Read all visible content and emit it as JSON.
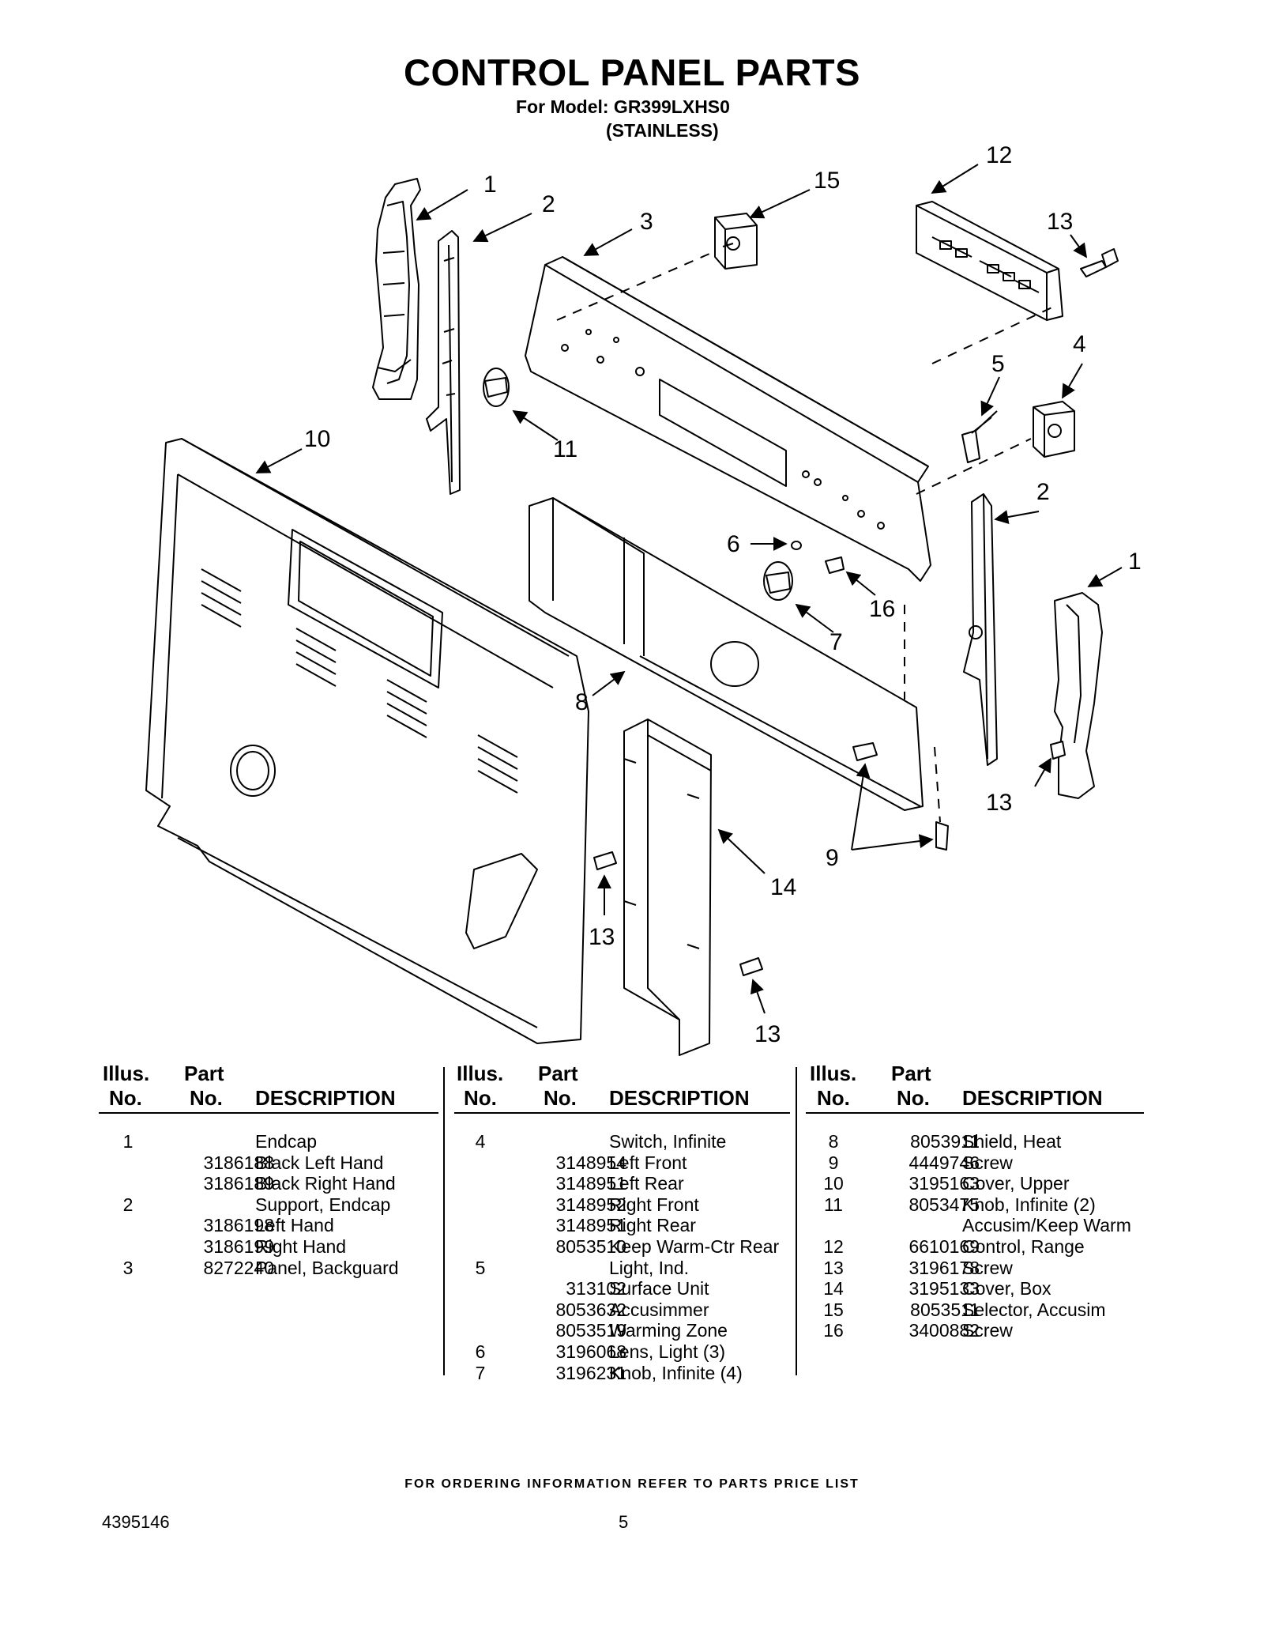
{
  "header": {
    "title": "CONTROL PANEL PARTS",
    "model_line": "For Model: GR399LXHS0",
    "finish_line": "(STAINLESS)"
  },
  "diagram": {
    "callouts": [
      "1",
      "2",
      "3",
      "15",
      "12",
      "13",
      "4",
      "5",
      "10",
      "11",
      "6",
      "2",
      "1",
      "16",
      "7",
      "8",
      "13",
      "9",
      "14",
      "13",
      "13"
    ]
  },
  "table": {
    "headers": {
      "illus": "Illus.",
      "no": "No.",
      "part": "Part",
      "part_no": "No.",
      "description": "DESCRIPTION"
    },
    "columns": [
      [
        {
          "illus": "1",
          "part": "",
          "desc": "Endcap"
        },
        {
          "illus": "",
          "part": "3186188",
          "desc": "Black Left Hand"
        },
        {
          "illus": "",
          "part": "3186189",
          "desc": "Black Right Hand"
        },
        {
          "illus": "2",
          "part": "",
          "desc": "Support, Endcap"
        },
        {
          "illus": "",
          "part": "3186198",
          "desc": "Left Hand"
        },
        {
          "illus": "",
          "part": "3186199",
          "desc": "Right Hand"
        },
        {
          "illus": "3",
          "part": "8272240",
          "desc": "Panel, Backguard"
        }
      ],
      [
        {
          "illus": "4",
          "part": "",
          "desc": "Switch, Infinite"
        },
        {
          "illus": "",
          "part": "3148954",
          "desc": "Left Front"
        },
        {
          "illus": "",
          "part": "3148951",
          "desc": "Left Rear"
        },
        {
          "illus": "",
          "part": "3148952",
          "desc": "Right Front"
        },
        {
          "illus": "",
          "part": "3148951",
          "desc": "Right Rear"
        },
        {
          "illus": "",
          "part": "8053510",
          "desc": "Keep Warm-Ctr Rear"
        },
        {
          "illus": "5",
          "part": "",
          "desc": "Light, Ind."
        },
        {
          "illus": "",
          "part": "313102",
          "desc": "Surface Unit"
        },
        {
          "illus": "",
          "part": "8053632",
          "desc": "Accusimmer"
        },
        {
          "illus": "",
          "part": "8053519",
          "desc": "Warming Zone"
        },
        {
          "illus": "6",
          "part": "3196068",
          "desc": "Lens, Light (3)"
        },
        {
          "illus": "7",
          "part": "3196231",
          "desc": "Knob, Infinite (4)"
        }
      ],
      [
        {
          "illus": "8",
          "part": "8053911",
          "desc": "Shield, Heat"
        },
        {
          "illus": "9",
          "part": "4449746",
          "desc": "Screw"
        },
        {
          "illus": "10",
          "part": "3195163",
          "desc": "Cover, Upper"
        },
        {
          "illus": "11",
          "part": "8053475",
          "desc": "Knob, Infinite (2)"
        },
        {
          "illus": "",
          "part": "",
          "desc": "Accusim/Keep Warm"
        },
        {
          "illus": "12",
          "part": "6610169",
          "desc": "Control, Range"
        },
        {
          "illus": "13",
          "part": "3196178",
          "desc": "Screw"
        },
        {
          "illus": "14",
          "part": "3195133",
          "desc": "Cover, Box"
        },
        {
          "illus": "15",
          "part": "8053511",
          "desc": "Selector, Accusim"
        },
        {
          "illus": "16",
          "part": "3400882",
          "desc": "Screw"
        }
      ]
    ]
  },
  "footer": {
    "ordering_note": "FOR ORDERING INFORMATION REFER TO PARTS PRICE LIST",
    "doc_number": "4395146",
    "page_number": "5"
  }
}
